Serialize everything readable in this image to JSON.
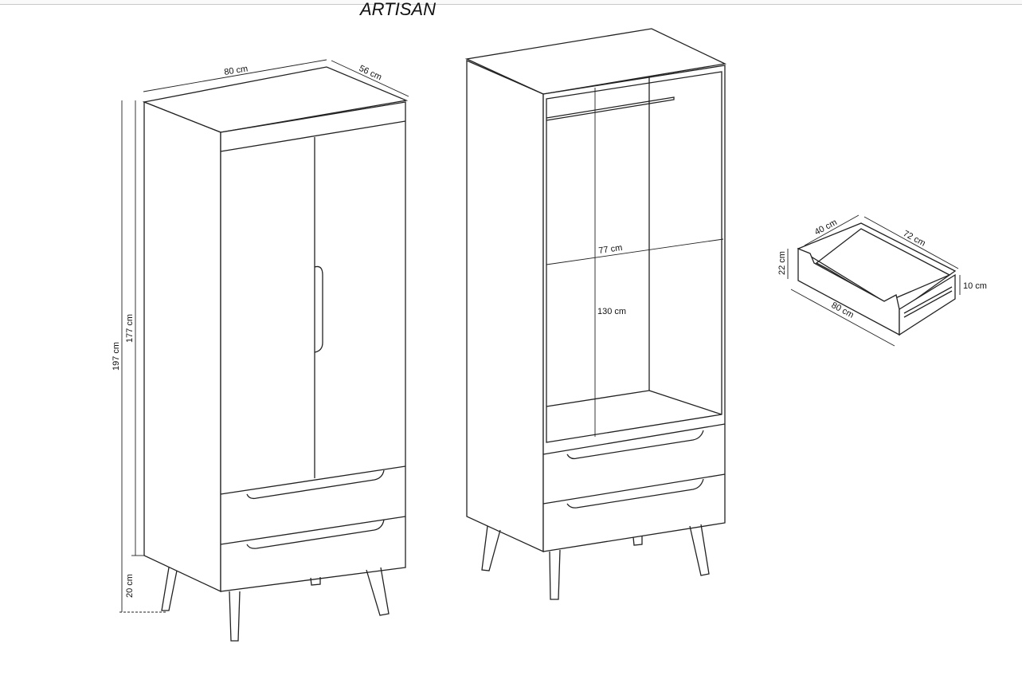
{
  "title": "ARTISAN",
  "closed_wardrobe": {
    "width": "80 cm",
    "depth": "56 cm",
    "total_height": "197 cm",
    "body_height": "177 cm",
    "leg_height": "20 cm"
  },
  "open_wardrobe": {
    "inner_width": "77 cm",
    "hanging_height": "130 cm"
  },
  "drawer": {
    "depth": "40 cm",
    "inner_length": "72 cm",
    "height": "22 cm",
    "side_height": "10 cm",
    "length": "80 cm"
  }
}
